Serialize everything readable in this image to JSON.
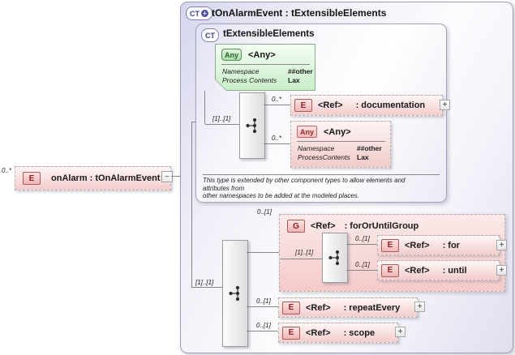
{
  "glyphs": {
    "expand": "+",
    "collapse": "−",
    "ct_plus": "+"
  },
  "root_element": {
    "cardinality": "0..*",
    "badge": "E",
    "label": "onAlarm : tOnAlarmEvent"
  },
  "complex_type": {
    "badge": "CT",
    "title": "tOnAlarmEvent : tExtensibleElements"
  },
  "base_type": {
    "badge": "CT",
    "title": "tExtensibleElements",
    "any_attribute": {
      "badge": "Any",
      "title": "<Any>",
      "rows": [
        {
          "name": "Namespace",
          "value": "##other"
        },
        {
          "name": "Process Contents",
          "value": "Lax"
        }
      ]
    },
    "sequence_cardinality": "[1]..[1]",
    "documentation": {
      "cardinality": "0..*",
      "badge": "E",
      "ref": "<Ref>",
      "label": ": documentation"
    },
    "any_element": {
      "cardinality": "0..*",
      "badge": "Any",
      "title": "<Any>",
      "rows": [
        {
          "name": "Namespace",
          "value": "##other"
        },
        {
          "name": "ProcessContents",
          "value": "Lax"
        }
      ]
    },
    "annotation": "This type is extended by other component types to allow elements and\nattributes from\nother namespaces to be added at the modeled places."
  },
  "content_model": {
    "sequence_cardinality": "[1]..[1]",
    "for_or_until_group": {
      "cardinality": "0..[1]",
      "badge": "G",
      "ref": "<Ref>",
      "label": ": forOrUntilGroup",
      "sequence_cardinality": "[1]..[1]",
      "for_element": {
        "cardinality": "0..[1]",
        "badge": "E",
        "ref": "<Ref>",
        "label": ": for"
      },
      "until_element": {
        "cardinality": "0..[1]",
        "badge": "E",
        "ref": "<Ref>",
        "label": ": until"
      }
    },
    "repeat_every": {
      "cardinality": "0..[1]",
      "badge": "E",
      "ref": "<Ref>",
      "label": ": repeatEvery"
    },
    "scope": {
      "cardinality": "0..[1]",
      "badge": "E",
      "ref": "<Ref>",
      "label": ": scope"
    }
  }
}
